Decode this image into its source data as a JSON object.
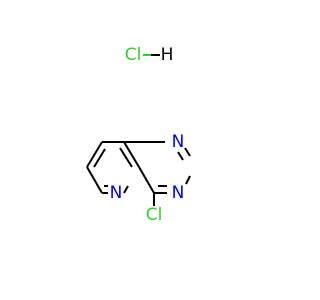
{
  "molecule": {
    "atoms": {
      "n1": {
        "symbol": "N",
        "color": "#0000ff"
      },
      "n3": {
        "symbol": "N",
        "color": "#0000ff"
      },
      "n5": {
        "symbol": "N",
        "color": "#0000ff"
      },
      "cl": {
        "symbol": "Cl",
        "color": "#32cd32"
      }
    },
    "hcl": {
      "cl_symbol": "Cl",
      "h_symbol": "H",
      "cl_color": "#32cd32",
      "h_color": "#000000"
    },
    "bond_color": "#000000"
  }
}
